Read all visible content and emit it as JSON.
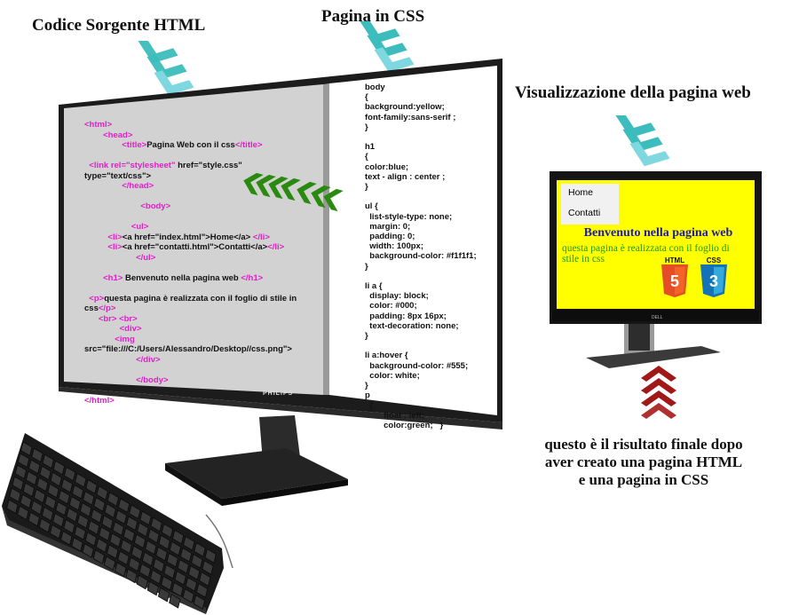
{
  "labels": {
    "html_source": "Codice Sorgente HTML",
    "css_page": "Pagina in CSS",
    "web_view": "Visualizzazione della pagina web",
    "result_line1": "questo è il risultato finale dopo",
    "result_line2": "aver creato una pagina HTML",
    "result_line3": "e una pagina in CSS"
  },
  "monitor": {
    "brand": "PHILIPS"
  },
  "html_code": [
    {
      "parts": [
        {
          "t": "<html>",
          "c": "tag"
        }
      ]
    },
    {
      "parts": [
        {
          "t": "        <head>",
          "c": "tag"
        }
      ]
    },
    {
      "parts": [
        {
          "t": "                <title>",
          "c": "tag"
        },
        {
          "t": "Pagina Web con il css",
          "c": "txt"
        },
        {
          "t": "</title>",
          "c": "tag"
        }
      ]
    },
    {
      "parts": [
        {
          "t": "",
          "c": "txt"
        }
      ]
    },
    {
      "parts": [
        {
          "t": "  <link rel=\"stylesheet\"",
          "c": "tag"
        },
        {
          "t": " href=\"style.css\"",
          "c": "txt"
        }
      ]
    },
    {
      "parts": [
        {
          "t": "type=\"text/css\">",
          "c": "txt"
        }
      ]
    },
    {
      "parts": [
        {
          "t": "                </head>",
          "c": "tag"
        }
      ]
    },
    {
      "parts": [
        {
          "t": "",
          "c": "txt"
        }
      ]
    },
    {
      "parts": [
        {
          "t": "                        <body>",
          "c": "tag"
        }
      ]
    },
    {
      "parts": [
        {
          "t": "",
          "c": "txt"
        }
      ]
    },
    {
      "parts": [
        {
          "t": "                    <ul>",
          "c": "tag"
        }
      ]
    },
    {
      "parts": [
        {
          "t": "          <li>",
          "c": "tag"
        },
        {
          "t": "<a href=\"index.html\">Home</a>",
          "c": "txt"
        },
        {
          "t": " </li>",
          "c": "tag"
        }
      ]
    },
    {
      "parts": [
        {
          "t": "          <li>",
          "c": "tag"
        },
        {
          "t": "<a href=\"contatti.html\">Contatti</a>",
          "c": "txt"
        },
        {
          "t": "</li>",
          "c": "tag"
        }
      ]
    },
    {
      "parts": [
        {
          "t": "                      </ul>",
          "c": "tag"
        }
      ]
    },
    {
      "parts": [
        {
          "t": "",
          "c": "txt"
        }
      ]
    },
    {
      "parts": [
        {
          "t": "        <h1>",
          "c": "tag"
        },
        {
          "t": " Benvenuto nella pagina web ",
          "c": "txt"
        },
        {
          "t": "</h1>",
          "c": "tag"
        }
      ]
    },
    {
      "parts": [
        {
          "t": "",
          "c": "txt"
        }
      ]
    },
    {
      "parts": [
        {
          "t": "  <p>",
          "c": "tag"
        },
        {
          "t": "questa pagina è realizzata con il foglio di stile in",
          "c": "txt"
        }
      ]
    },
    {
      "parts": [
        {
          "t": "css",
          "c": "txt"
        },
        {
          "t": "</p>",
          "c": "tag"
        }
      ]
    },
    {
      "parts": [
        {
          "t": "      <br> <br>",
          "c": "tag"
        }
      ]
    },
    {
      "parts": [
        {
          "t": "               <div>",
          "c": "tag"
        }
      ]
    },
    {
      "parts": [
        {
          "t": "             <img",
          "c": "tag"
        }
      ]
    },
    {
      "parts": [
        {
          "t": "src=\"file:///C:/Users/Alessandro/Desktop//css.png\">",
          "c": "txt"
        }
      ]
    },
    {
      "parts": [
        {
          "t": "                      </div>",
          "c": "tag"
        }
      ]
    },
    {
      "parts": [
        {
          "t": "",
          "c": "txt"
        }
      ]
    },
    {
      "parts": [
        {
          "t": "                      </body>",
          "c": "tag"
        }
      ]
    },
    {
      "parts": [
        {
          "t": "",
          "c": "txt"
        }
      ]
    },
    {
      "parts": [
        {
          "t": "</html>",
          "c": "tag"
        }
      ]
    }
  ],
  "css_code": [
    "body",
    "{",
    "background:yellow;",
    "font-family:sans-serif ;",
    "}",
    "",
    "h1",
    "{",
    "color:blue;",
    "text - align : center ;",
    "}",
    "",
    "ul {",
    "  list-style-type: none;",
    "  margin: 0;",
    "  padding: 0;",
    "  width: 100px;",
    "  background-color: #f1f1f1;",
    "}",
    "",
    "li a {",
    "  display: block;",
    "  color: #000;",
    "  padding: 8px 16px;",
    "  text-decoration: none;",
    "}",
    "",
    "li a:hover {",
    "  background-color: #555;",
    "  color: white;",
    "}",
    "p",
    "  {",
    "        float : left;",
    "        color:green;   }"
  ],
  "web_page": {
    "menu": [
      "Home",
      "Contatti"
    ],
    "h1": "Benvenuto nella pagina web",
    "p": "questa pagina è realizzata con il foglio di stile  in css",
    "logo_html": "HTML",
    "logo_html_num": "5",
    "logo_css": "CSS",
    "logo_css_num": "3",
    "colors": {
      "bg": "#ffff00",
      "h1": "#1b1ba8",
      "p": "#1a9a1a",
      "menu": "#f1f1f1"
    }
  },
  "colors": {
    "teal_chevron": "#3cbcbc",
    "green_chevron": "#2a8a10",
    "red_chevron": "#a01818",
    "html_tag": "#e020c8"
  }
}
